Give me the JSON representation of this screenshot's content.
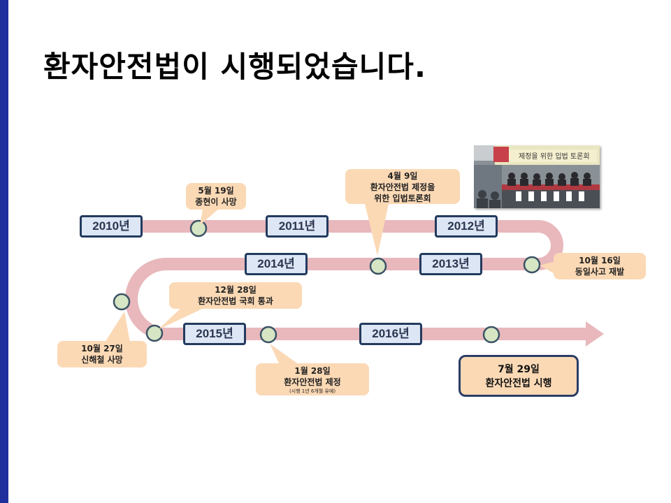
{
  "title": "환자안전법이 시행되었습니다.",
  "colors": {
    "track": "#e8b8bc",
    "node_fill": "#d6e6c4",
    "node_stroke": "#3b5366",
    "callout": "#fbd9b5",
    "left_bar": "#1f2f9e"
  },
  "years": [
    "2010년",
    "2011년",
    "2012년",
    "2013년",
    "2014년",
    "2015년",
    "2016년"
  ],
  "events": [
    {
      "date": "5월 19일",
      "text": "종현이 사망"
    },
    {
      "date": "4월 9일",
      "text": "환자안전법 제정을",
      "text2": "위한 입법토론회"
    },
    {
      "date": "10월 16일",
      "text": "동일사고 재발"
    },
    {
      "date": "12월 28일",
      "text": "환자안전법 국회 통과"
    },
    {
      "date": "10월 27일",
      "text": "신해철 사망"
    },
    {
      "date": "1월 28일",
      "text": "환자안전법 제정",
      "note": "(시행 1년 6개월 유예)"
    }
  ],
  "final_event": {
    "date": "7월 29일",
    "text": "환자안전법 시행"
  },
  "photo": {
    "banner_text": "제정을 위한 입법 토론회"
  }
}
